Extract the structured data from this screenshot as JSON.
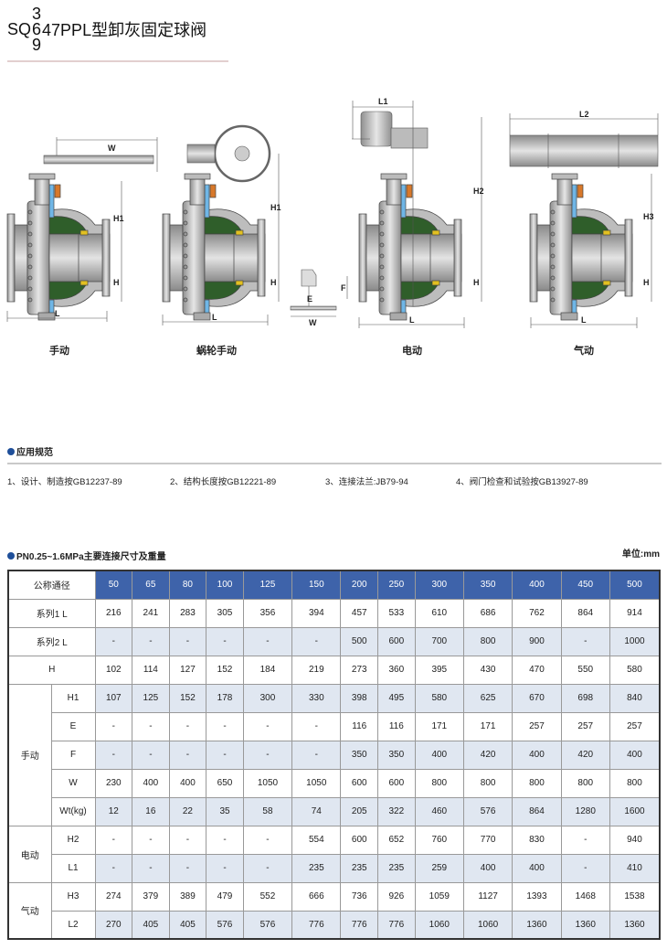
{
  "title": {
    "prefix": "SQ",
    "stack": [
      "3",
      "6",
      "9"
    ],
    "suffix": "47PPL型卸灰固定球阀"
  },
  "diagrams": {
    "captions": [
      "手动",
      "蜗轮手动",
      "电动",
      "气动"
    ],
    "dim_labels": {
      "W": "W",
      "H1": "H1",
      "H": "H",
      "L": "L",
      "E": "E",
      "F": "F",
      "L1": "L1",
      "H2": "H2",
      "L2": "L2",
      "H3": "H3"
    },
    "colors": {
      "body": "#c8c8c8",
      "ball": "#2f5e2a",
      "stem": "#6fb6e6",
      "seal": "#e2c020",
      "packing": "#d8782a"
    }
  },
  "standards": {
    "heading": "应用规范",
    "items": [
      "1、设计、制造按GB12237-89",
      "2、结构长度按GB12221-89",
      "3、连接法兰:JB79-94",
      "4、阀门检查和试验按GB13927-89"
    ]
  },
  "table": {
    "heading": "PN0.25~1.6MPa主要连接尺寸及重量",
    "unit": "单位:mm",
    "header_label": "公称通径",
    "sizes": [
      "50",
      "65",
      "80",
      "100",
      "125",
      "150",
      "200",
      "250",
      "300",
      "350",
      "400",
      "450",
      "500"
    ],
    "rows": [
      {
        "group": "",
        "label": "系列1 L",
        "values": [
          "216",
          "241",
          "283",
          "305",
          "356",
          "394",
          "457",
          "533",
          "610",
          "686",
          "762",
          "864",
          "914"
        ]
      },
      {
        "group": "",
        "label": "系列2 L",
        "values": [
          "-",
          "-",
          "-",
          "-",
          "-",
          "-",
          "500",
          "600",
          "700",
          "800",
          "900",
          "-",
          "1000"
        ]
      },
      {
        "group": "",
        "label": "H",
        "values": [
          "102",
          "114",
          "127",
          "152",
          "184",
          "219",
          "273",
          "360",
          "395",
          "430",
          "470",
          "550",
          "580"
        ]
      },
      {
        "group": "手动",
        "label": "H1",
        "values": [
          "107",
          "125",
          "152",
          "178",
          "300",
          "330",
          "398",
          "495",
          "580",
          "625",
          "670",
          "698",
          "840"
        ]
      },
      {
        "group": "手动",
        "label": "E",
        "values": [
          "-",
          "-",
          "-",
          "-",
          "-",
          "-",
          "116",
          "116",
          "171",
          "171",
          "257",
          "257",
          "257"
        ]
      },
      {
        "group": "手动",
        "label": "F",
        "values": [
          "-",
          "-",
          "-",
          "-",
          "-",
          "-",
          "350",
          "350",
          "400",
          "420",
          "400",
          "420",
          "400"
        ]
      },
      {
        "group": "手动",
        "label": "W",
        "values": [
          "230",
          "400",
          "400",
          "650",
          "1050",
          "1050",
          "600",
          "600",
          "800",
          "800",
          "800",
          "800",
          "800"
        ]
      },
      {
        "group": "手动",
        "label": "Wt(kg)",
        "values": [
          "12",
          "16",
          "22",
          "35",
          "58",
          "74",
          "205",
          "322",
          "460",
          "576",
          "864",
          "1280",
          "1600"
        ]
      },
      {
        "group": "电动",
        "label": "H2",
        "values": [
          "-",
          "-",
          "-",
          "-",
          "-",
          "554",
          "600",
          "652",
          "760",
          "770",
          "830",
          "-",
          "940"
        ]
      },
      {
        "group": "电动",
        "label": "L1",
        "values": [
          "-",
          "-",
          "-",
          "-",
          "-",
          "235",
          "235",
          "235",
          "259",
          "400",
          "400",
          "-",
          "410"
        ]
      },
      {
        "group": "气动",
        "label": "H3",
        "values": [
          "274",
          "379",
          "389",
          "479",
          "552",
          "666",
          "736",
          "926",
          "1059",
          "1127",
          "1393",
          "1468",
          "1538"
        ]
      },
      {
        "group": "气动",
        "label": "L2",
        "values": [
          "270",
          "405",
          "405",
          "576",
          "576",
          "776",
          "776",
          "776",
          "1060",
          "1060",
          "1360",
          "1360",
          "1360"
        ]
      }
    ]
  }
}
